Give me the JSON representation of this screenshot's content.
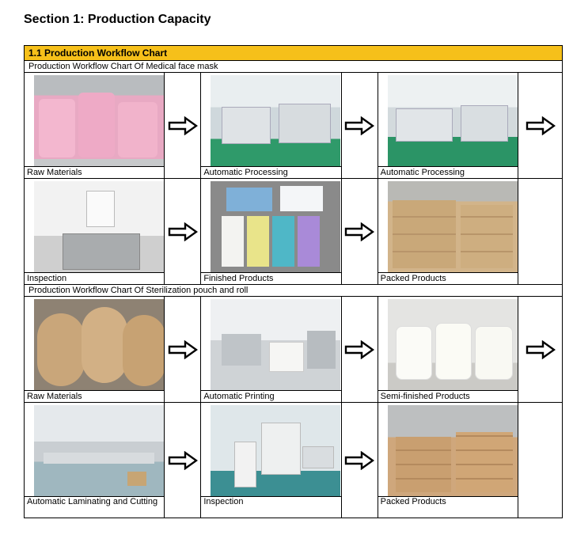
{
  "section_title": "Section 1: Production Capacity",
  "panel_header": "1.1 Production Workflow Chart",
  "groups": [
    {
      "subtitle": "Production Workflow Chart Of Medical face mask",
      "rows": [
        [
          "Raw Materials",
          "Automatic Processing",
          "Automatic Processing"
        ],
        [
          "Inspection",
          "Finished Products",
          "Packed Products"
        ]
      ]
    },
    {
      "subtitle": "Production Workflow Chart Of Sterilization pouch and roll",
      "rows": [
        [
          "Raw Materials",
          "Automatic Printing",
          "Semi-finished Products"
        ],
        [
          "Automatic Laminating and Cutting",
          "Inspection",
          "Packed Products"
        ]
      ]
    }
  ],
  "icons": {
    "flow_arrow": "right-arrow-outline-icon"
  }
}
